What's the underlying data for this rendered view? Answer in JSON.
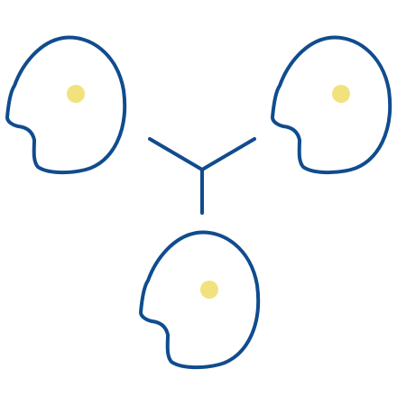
{
  "illustration": {
    "heads": [
      {
        "id": "left"
      },
      {
        "id": "right"
      },
      {
        "id": "bottom"
      }
    ],
    "colors": {
      "outline": "#104C8E",
      "dot": "#F2E27D",
      "background": "#FFFFFF"
    },
    "icons": [
      "head-icon",
      "idea-dot-icon",
      "connector-y-icon"
    ]
  }
}
